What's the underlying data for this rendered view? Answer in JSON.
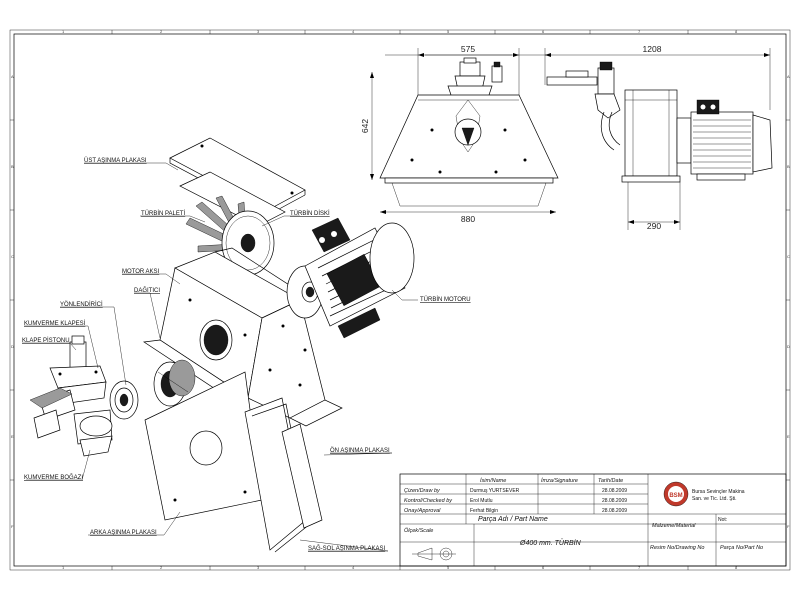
{
  "grid": {
    "cols": [
      "1",
      "2",
      "3",
      "4",
      "5",
      "6",
      "7",
      "8"
    ],
    "rows": [
      "A",
      "B",
      "C",
      "D",
      "E",
      "F"
    ]
  },
  "dimensions": {
    "front_width_top": "575",
    "front_height": "642",
    "front_width_bottom": "880",
    "side_width_top": "1208",
    "side_width_bottom": "290"
  },
  "labels": {
    "ust_asinma": "ÜST AŞINMA PLAKASI",
    "turbin_paleti": "TÜRBİN PALETİ",
    "turbin_diski": "TÜRBİN DİSKİ",
    "motor_aksi": "MOTOR AKSI",
    "dagitici": "DAĞITICI",
    "yonlendirici": "YÖNLENDİRİCİ",
    "kumverme_klapesi": "KUMVERME KLAPESİ",
    "klape_pistonu": "KLAPE PİSTONU",
    "turbin_motoru": "TÜRBİN MOTORU",
    "on_asinma": "ÖN AŞINMA PLAKASI",
    "kumverme_bogazi": "KUMVERME BOĞAZI",
    "arka_asinma": "ARKA AŞINMA PLAKASI",
    "sag_sol_asinma": "SAĞ-SOL AŞINMA PLAKASI"
  },
  "title_block": {
    "col_name": "İsim/Name",
    "col_signature": "İmza/Signature",
    "col_date": "Tarih/Date",
    "row_drawn": "Çizen/Draw by",
    "row_checked": "Kontrol/Checked by",
    "row_approval": "Onay/Approval",
    "drawn_name": "Durmuş YURTSEVER",
    "checked_name": "Erol Mutlu",
    "approval_name": "Ferhat Bilgin",
    "drawn_date": "28.08.2009",
    "checked_date": "28.08.2009",
    "approval_date": "28.08.2009",
    "part_name_label": "Parça Adı / Part Name",
    "scale_label": "Ölçek/Scale",
    "part_name": "Ø400 mm. TÜRBİN",
    "company_logo": "BSM",
    "company_line1": "Bursa Sevinçler Makina",
    "company_line2": "San. ve Tic. Ltd. Şti.",
    "material_label": "Malzeme/Material",
    "note_label": "Not:",
    "drawing_no_label": "Resim No/Drawing No",
    "part_no_label": "Parça No/Part No"
  }
}
